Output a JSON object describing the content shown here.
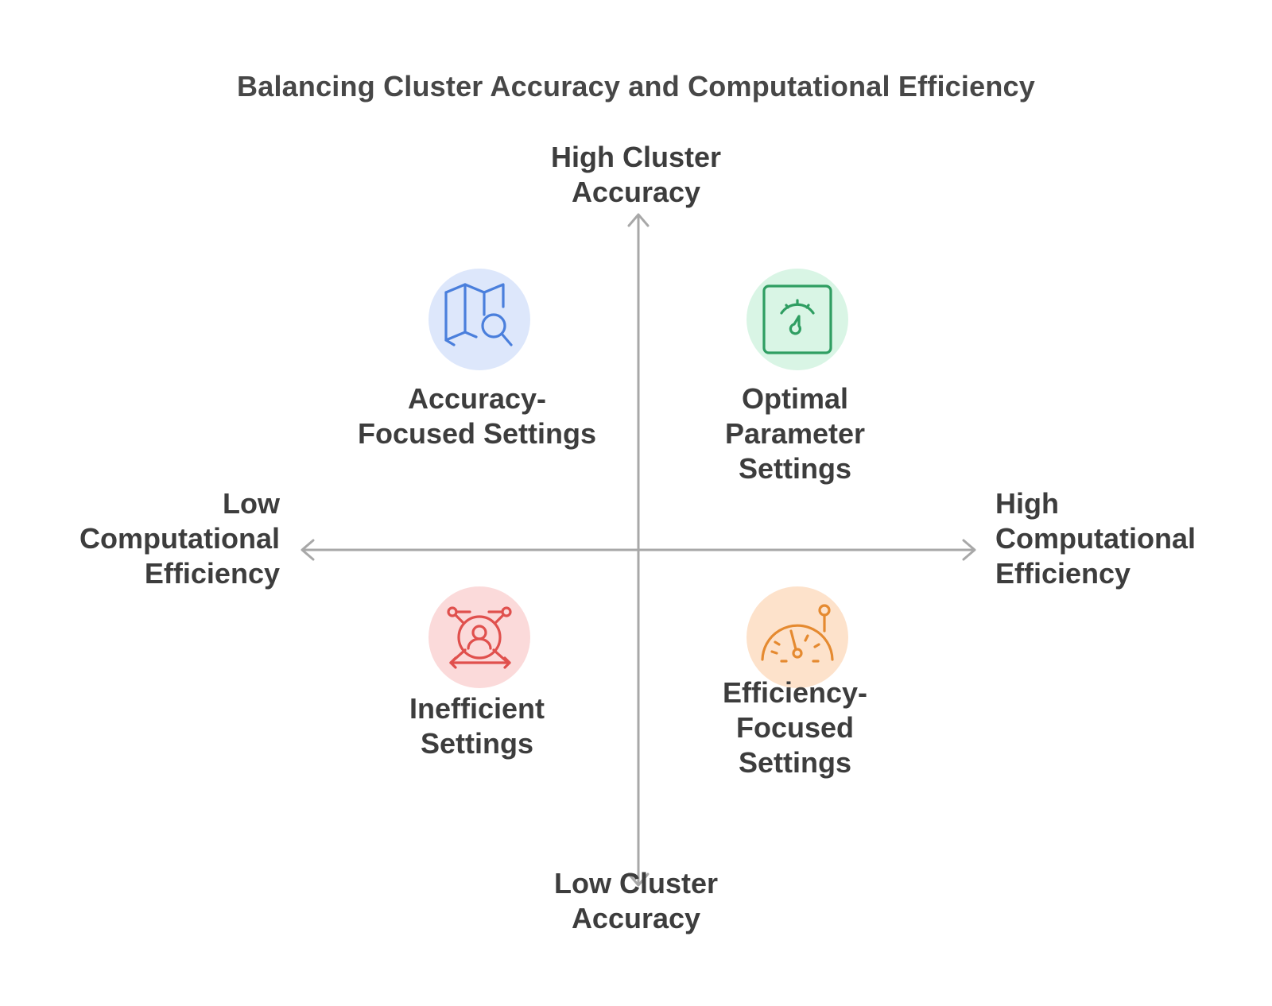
{
  "title": "Balancing Cluster Accuracy and Computational Efficiency",
  "axes": {
    "top": [
      "High Cluster",
      "Accuracy"
    ],
    "bottom": [
      "Low Cluster",
      "Accuracy"
    ],
    "left": [
      "Low",
      "Computational",
      "Efficiency"
    ],
    "right": [
      "High",
      "Computational",
      "Efficiency"
    ]
  },
  "quadrants": {
    "top_left": {
      "lines": [
        "Accuracy-",
        "Focused Settings"
      ],
      "icon": "map-search-icon",
      "color": "#4a7fdc",
      "bg": "#dde7fb"
    },
    "top_right": {
      "lines": [
        "Optimal",
        "Parameter",
        "Settings"
      ],
      "icon": "gauge-icon",
      "color": "#2f9e62",
      "bg": "#d9f5e5"
    },
    "bottom_left": {
      "lines": [
        "Inefficient",
        "Settings"
      ],
      "icon": "user-network-icon",
      "color": "#e0504d",
      "bg": "#fbdada"
    },
    "bottom_right": {
      "lines": [
        "Efficiency-",
        "Focused",
        "Settings"
      ],
      "icon": "speedometer-icon",
      "color": "#e58a30",
      "bg": "#fde2cb"
    }
  },
  "axis_color": "#a8a8a8"
}
